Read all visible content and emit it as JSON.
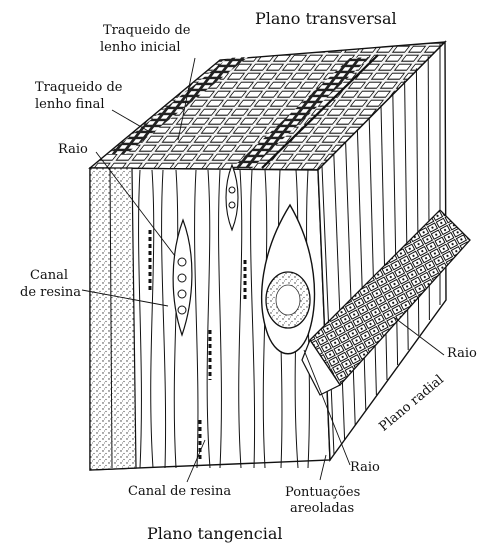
{
  "labels": {
    "plano_transversal": "Plano transversal",
    "traqueido_inicial_1": "Traqueido de",
    "traqueido_inicial_2": "lenho inicial",
    "traqueido_final_1": "Traqueido de",
    "traqueido_final_2": "lenho final",
    "raio_left": "Raio",
    "canal_left_1": "Canal",
    "canal_left_2": "de resina",
    "raio_right": "Raio",
    "plano_radial": "Plano radial",
    "raio_bottom": "Raio",
    "canal_bottom": "Canal de resina",
    "pontuacoes_1": "Pontuações",
    "pontuacoes_2": "areoladas",
    "plano_tangencial": "Plano tangencial"
  }
}
